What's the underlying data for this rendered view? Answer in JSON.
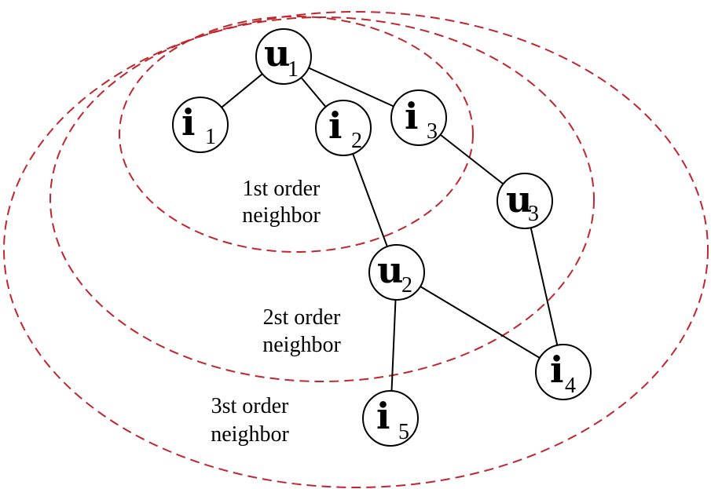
{
  "regions": [
    {
      "id": "order-1",
      "line1": "1st order",
      "line2": "neighbor"
    },
    {
      "id": "order-2",
      "line1": "2st order",
      "line2": "neighbor"
    },
    {
      "id": "order-3",
      "line1": "3st order",
      "line2": "neighbor"
    }
  ],
  "nodes": [
    {
      "id": "u1",
      "letter": "u",
      "sub": "1"
    },
    {
      "id": "i1",
      "letter": "i",
      "sub": "1"
    },
    {
      "id": "i2",
      "letter": "i",
      "sub": "2"
    },
    {
      "id": "i3",
      "letter": "i",
      "sub": "3"
    },
    {
      "id": "u3",
      "letter": "u",
      "sub": "3"
    },
    {
      "id": "u2",
      "letter": "u",
      "sub": "2"
    },
    {
      "id": "i4",
      "letter": "i",
      "sub": "4"
    },
    {
      "id": "i5",
      "letter": "i",
      "sub": "5"
    }
  ],
  "edges": [
    [
      "u1",
      "i1"
    ],
    [
      "u1",
      "i2"
    ],
    [
      "u1",
      "i3"
    ],
    [
      "i2",
      "u2"
    ],
    [
      "i3",
      "u3"
    ],
    [
      "u2",
      "i4"
    ],
    [
      "u2",
      "i5"
    ],
    [
      "u3",
      "i4"
    ]
  ],
  "colors": {
    "ring": "#c0262d",
    "line": "#000000",
    "node_fill": "#ffffff"
  }
}
